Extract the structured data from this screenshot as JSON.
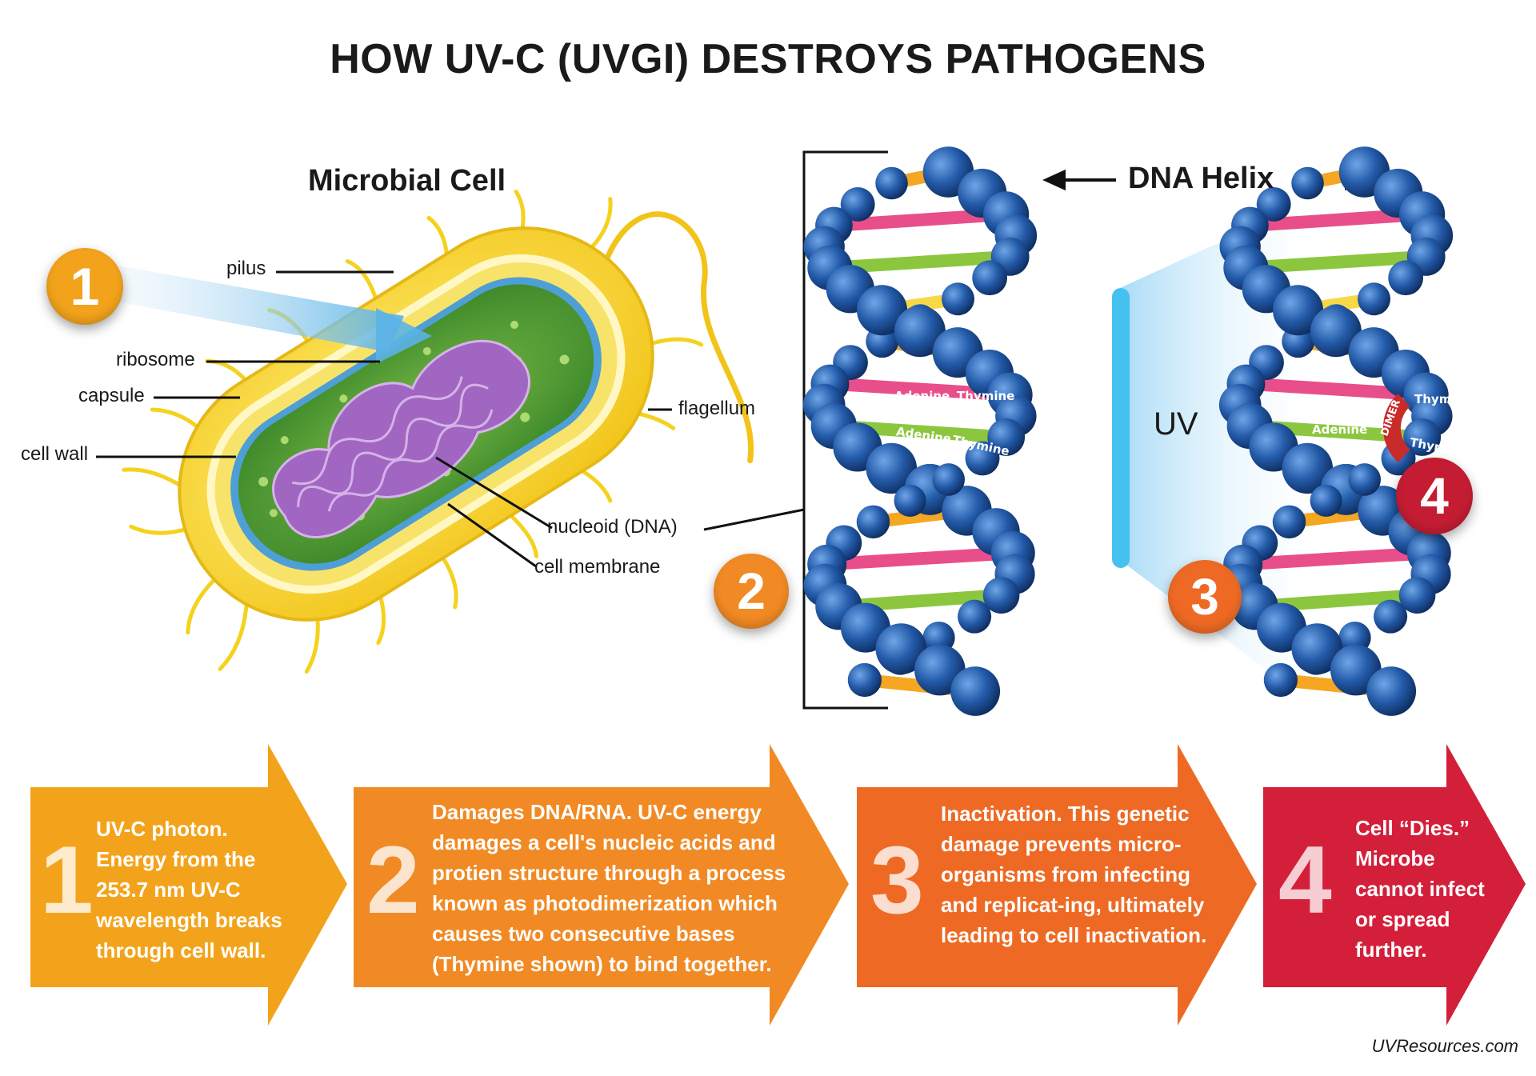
{
  "title": "HOW UV-C (UVGI) DESTROYS PATHOGENS",
  "cell": {
    "heading": "Microbial Cell",
    "labels": {
      "pilus": "pilus",
      "ribosome": "ribosome",
      "capsule": "capsule",
      "cell_wall": "cell wall",
      "flagellum": "flagellum",
      "nucleoid": "nucleoid (DNA)",
      "cell_membrane": "cell membrane"
    }
  },
  "dna": {
    "heading": "DNA Helix",
    "uv_label": "UV",
    "bases": {
      "adenine": "Adenine",
      "thymine": "Thymine",
      "dimer": "DIMER"
    }
  },
  "badges": [
    "1",
    "2",
    "3",
    "4"
  ],
  "steps": [
    {
      "number": "1",
      "text": "UV-C photon. Energy from the 253.7 nm UV-C wavelength breaks through cell wall.",
      "color": "#f3a31b"
    },
    {
      "number": "2",
      "text": "Damages DNA/RNA. UV-C energy damages a cell's nucleic acids and protien structure through a process known as photodimerization which causes two consecutive  bases (Thymine shown) to bind together.",
      "color": "#f18a24"
    },
    {
      "number": "3",
      "text": "Inactivation. This genetic damage prevents micro-organisms from infecting and replicat-ing, ultimately leading to cell inactivation.",
      "color": "#ee6a24"
    },
    {
      "number": "4",
      "text": "Cell “Dies.” Microbe cannot infect or spread further.",
      "color": "#d41f3a"
    }
  ],
  "footer": "UVResources.com"
}
